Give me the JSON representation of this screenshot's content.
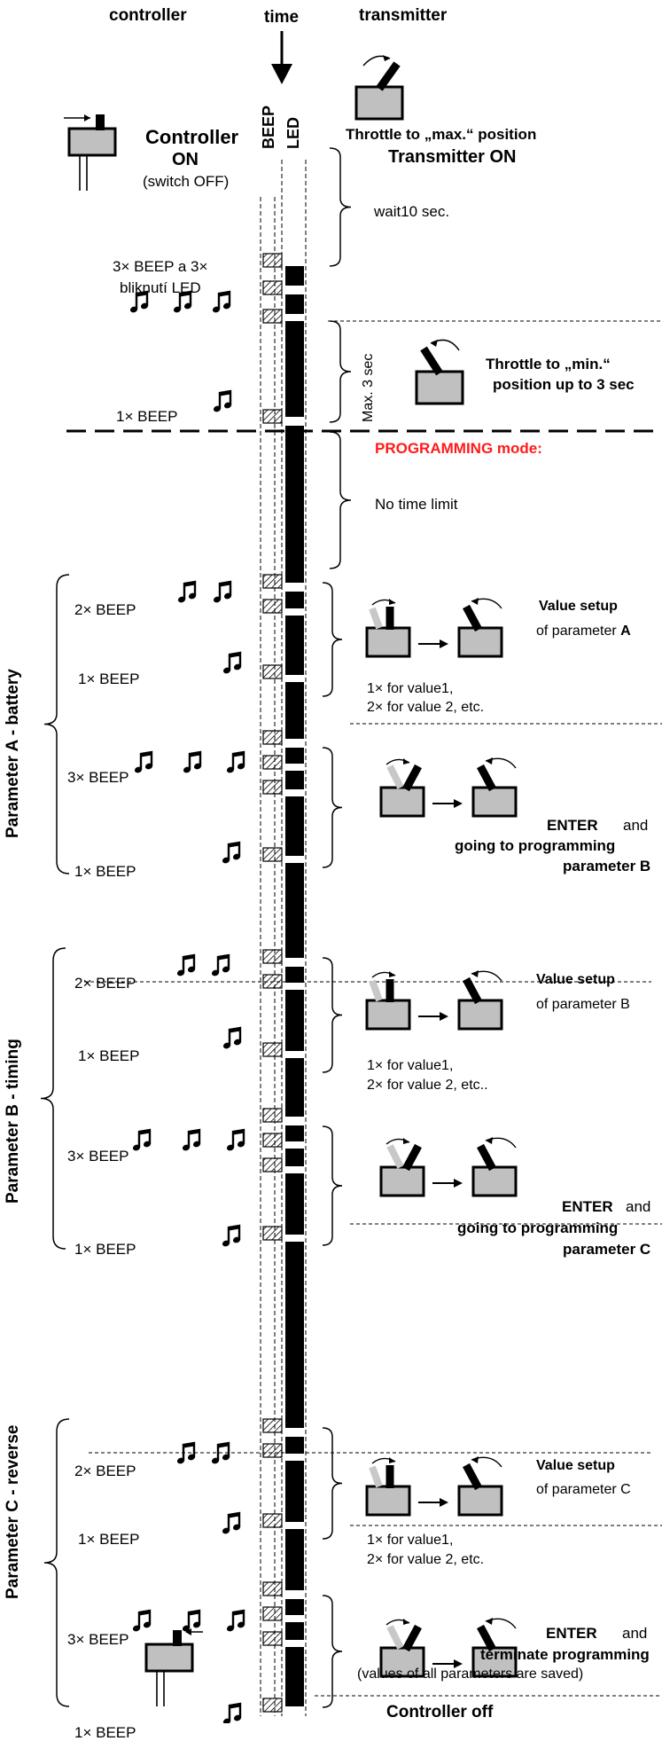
{
  "header": {
    "controller": "controller",
    "time": "time",
    "transmitter": "transmitter"
  },
  "columns": {
    "beep": "BEEP",
    "led": "LED"
  },
  "start": {
    "controller_on_1": "Controller",
    "controller_on_2": "ON",
    "controller_on_3": "(switch OFF)",
    "throttle_max": "Throttle to „max.“ position",
    "transmitter_on": "Transmitter ON",
    "wait": "wait10 sec.",
    "beeps_3_line1": "3× BEEP a  3×",
    "beeps_3_line2": "bliknutí LED",
    "max3": "Max. 3 sec",
    "throttle_min_1": "Throttle to „min.“",
    "throttle_min_2": "position up to 3 sec",
    "beep_1": "1× BEEP"
  },
  "programming": {
    "title": "PROGRAMMING mode:",
    "no_limit": "No time limit"
  },
  "common": {
    "beep2": "2× BEEP",
    "beep1": "1× BEEP",
    "beep3": "3× BEEP",
    "value_setup": "Value setup",
    "enter": "ENTER",
    "and": "and",
    "going": "going to programming"
  },
  "params": [
    {
      "label": "Parameter A - battery",
      "of": "of parameter ",
      "letter": "A",
      "next": "parameter B",
      "values1": "1× for value1,",
      "values2": "2× for value 2, etc."
    },
    {
      "label": "Parameter B - timing",
      "of": "of parameter B",
      "next": "parameter C",
      "values1": "1× for value1,",
      "values2": "2× for value 2, etc.."
    },
    {
      "label": "Parameter C - reverse",
      "of": "of parameter C",
      "next": "",
      "values1": "1× for value1,",
      "values2": "2× for value 2, etc."
    }
  ],
  "end": {
    "terminate": "terminate programming",
    "saved": "(values of all parameters are saved)",
    "controller_off": "Controller off"
  },
  "colors": {
    "box": "#c0c0c0",
    "accent": "#ff1a1a",
    "line": "#000000",
    "ghost": "#c8c8c8"
  }
}
